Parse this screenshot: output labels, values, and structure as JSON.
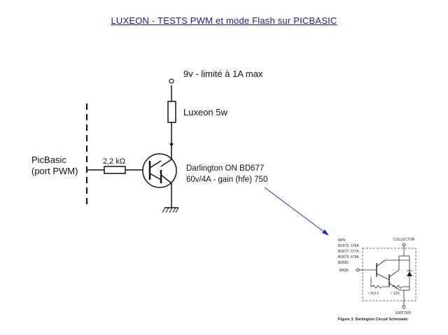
{
  "title": "LUXEON - TESTS PWM et mode Flash sur PICBASIC",
  "supply_label": "9v - limité à 1A max",
  "led_label": "Luxeon 5w",
  "controller_label_1": "PicBasic",
  "controller_label_2": "(port PWM)",
  "resistor_label": "2,2 kΩ",
  "transistor_label_1": "Darlington ON BD677",
  "transistor_label_2": "60v/4A - gain (hfe) 750",
  "inset": {
    "type_label": "NPN",
    "part_numbers": [
      "BD675, 675A",
      "BD677, 677A",
      "BD679, 679A",
      "BD681"
    ],
    "collector_label": "COLLECTOR",
    "base_label": "BASE",
    "emitter_label": "EMITTER",
    "r1_label": "≈ 8.0 k",
    "r2_label": "≈ 120",
    "caption": "Figure 3. Darlington Circuit Schematic"
  },
  "colors": {
    "title": "#1a1a8c",
    "arrow": "#2a2acc",
    "wire": "#111111"
  }
}
